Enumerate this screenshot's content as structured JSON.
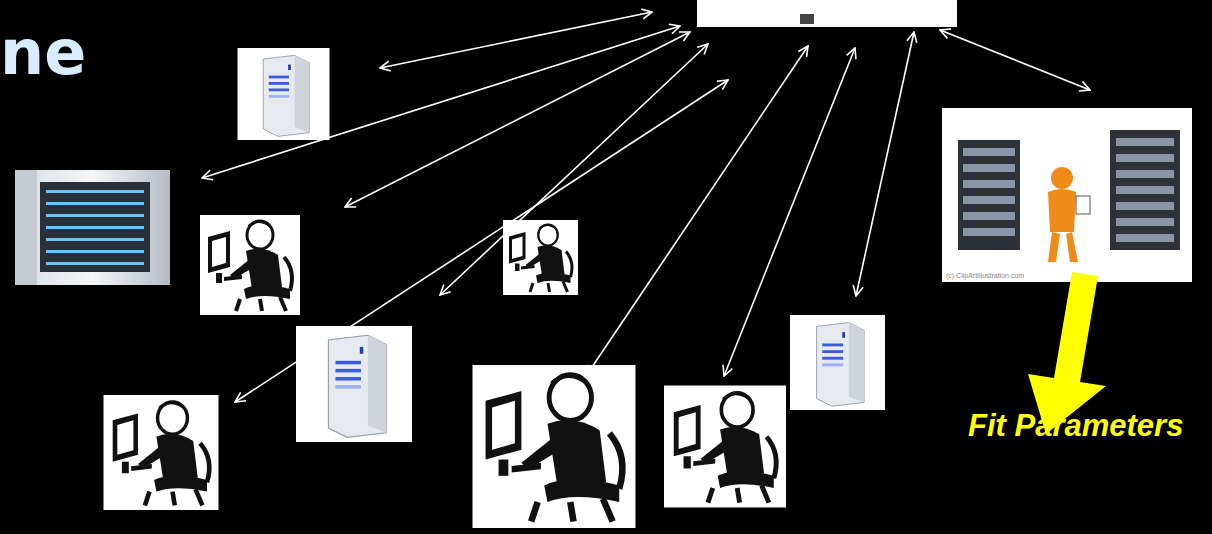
{
  "diagram": {
    "nodes": [
      {
        "text": [
          "(c) ClipArtIllustration.com"
        ]
      }
    ],
    "labels": [
      "ne",
      "Fit Parameters"
    ]
  }
}
